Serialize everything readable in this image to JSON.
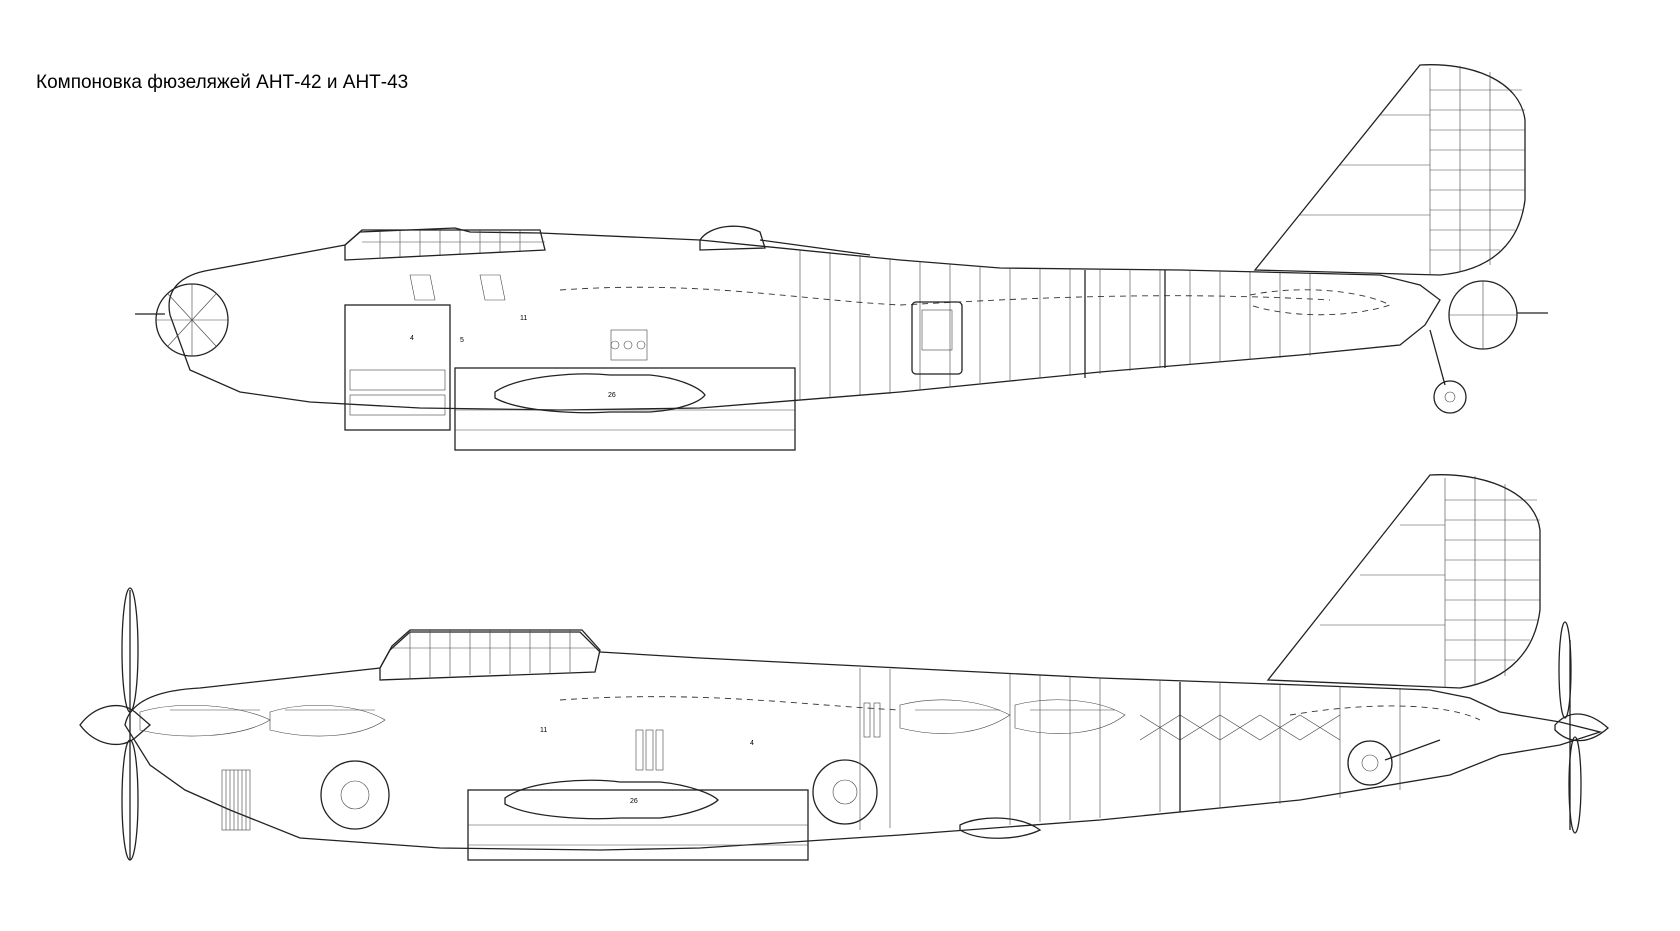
{
  "title": "Компоновка фюзеляжей АНТ-42 и АНТ-43",
  "top_drawing": {
    "bomb_label": "26",
    "callout_numbers": [
      "4",
      "5",
      "11"
    ]
  },
  "bottom_drawing": {
    "bomb_label": "26",
    "callout_numbers": [
      "4",
      "11"
    ]
  }
}
